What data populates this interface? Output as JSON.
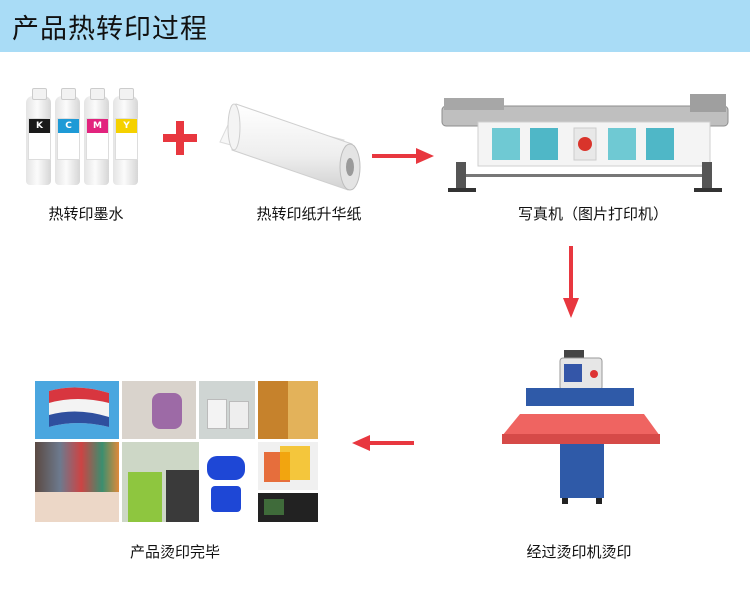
{
  "header": {
    "title": "产品热转印过程"
  },
  "steps": {
    "ink": {
      "caption": "热转印墨水",
      "bottle_letters": [
        "K",
        "C",
        "M",
        "Y"
      ],
      "bottle_colors": [
        "#1a1a1a",
        "#1e9ad6",
        "#e2237e",
        "#f5d100"
      ]
    },
    "paper": {
      "caption": "热转印纸升华纸"
    },
    "printer": {
      "caption": "写真机（图片打印机）"
    },
    "press": {
      "caption": "经过烫印机烫印"
    },
    "products": {
      "caption": "产品烫印完毕"
    }
  },
  "colors": {
    "header_bg": "#a9dcf6",
    "arrow": "#e8373f"
  }
}
